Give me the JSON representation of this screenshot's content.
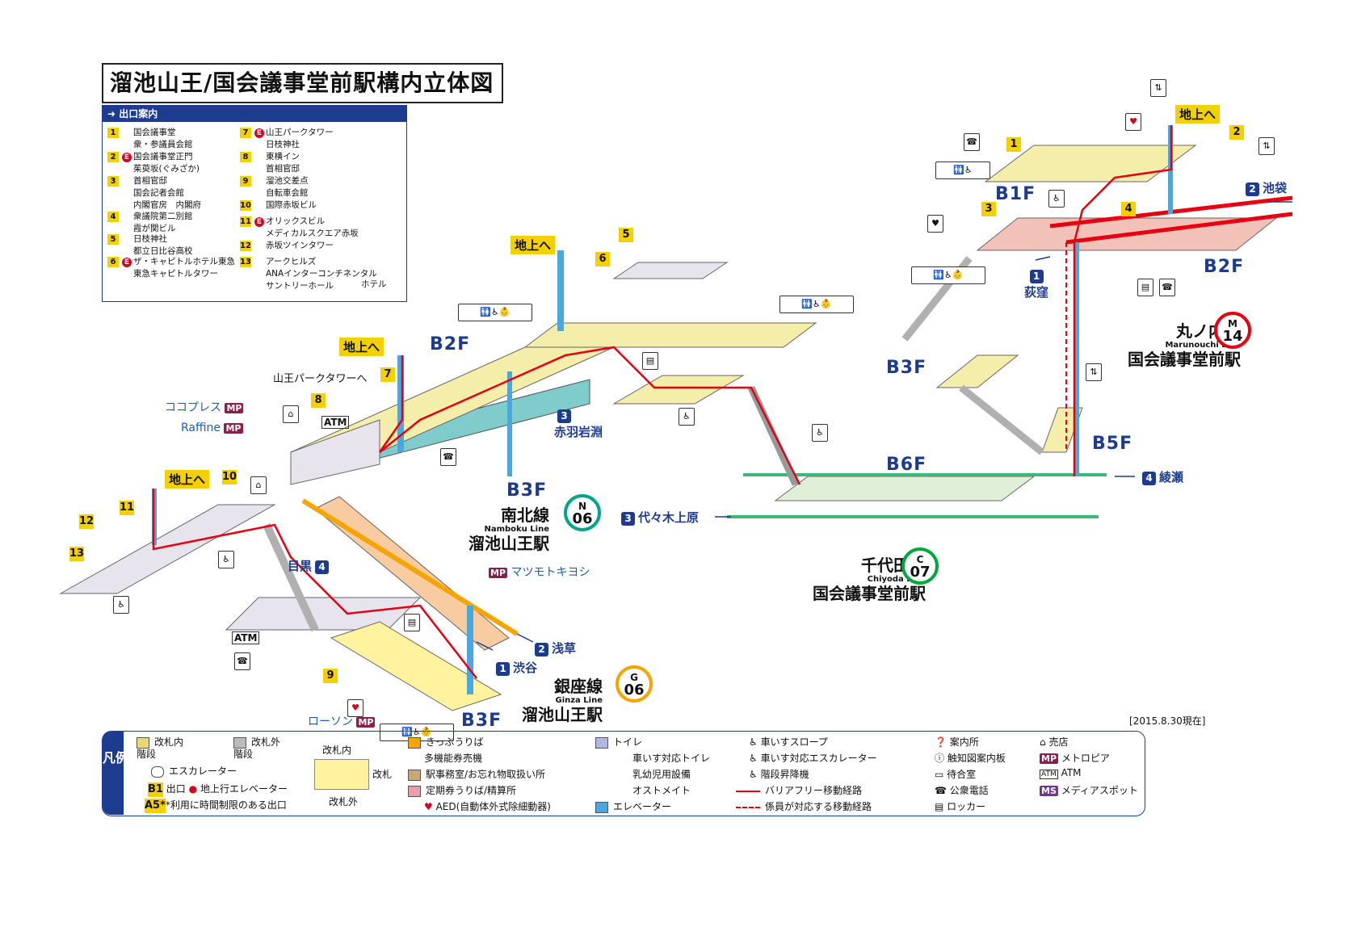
{
  "title": "溜池山王/国会議事堂前駅構内立体図",
  "date_note": "[2015.8.30現在]",
  "exit_guide": {
    "header": "出口案内",
    "entries": [
      {
        "num": "1",
        "elevator": false,
        "text": "国会議事堂\n衆・参議員会館"
      },
      {
        "num": "2",
        "elevator": true,
        "text": "国会議事堂正門\n茱萸坂(ぐみざか)"
      },
      {
        "num": "3",
        "elevator": false,
        "text": "首相官邸\n国会記者会館\n内閣官房　内閣府"
      },
      {
        "num": "4",
        "elevator": false,
        "text": "衆議院第二別館\n霞が関ビル"
      },
      {
        "num": "5",
        "elevator": false,
        "text": "日枝神社\n都立日比谷高校"
      },
      {
        "num": "6",
        "elevator": true,
        "text": "ザ・キャピトルホテル東急\n東急キャピトルタワー"
      },
      {
        "num": "7",
        "elevator": true,
        "text": "山王パークタワー\n日枝神社"
      },
      {
        "num": "8",
        "elevator": false,
        "text": "東横イン\n首相官邸"
      },
      {
        "num": "9",
        "elevator": false,
        "text": "溜池交差点\n自転車会館"
      },
      {
        "num": "10",
        "elevator": false,
        "text": "国際赤坂ビル"
      },
      {
        "num": "11",
        "elevator": true,
        "text": "オリックスビル\nメディカルスクエア赤坂"
      },
      {
        "num": "12",
        "elevator": false,
        "text": "赤坂ツインタワー"
      },
      {
        "num": "13",
        "elevator": false,
        "text": "アークヒルズ\nANAインターコンチネンタル\nサントリーホール"
      },
      {
        "num": "",
        "elevator": false,
        "text": "ホテル"
      }
    ]
  },
  "map": {
    "floors": {
      "b1f": "B1F",
      "b2f_left": "B2F",
      "b2f_right": "B2F",
      "b3f_mid": "B3F",
      "b3f_right": "B3F",
      "b3f_bottom": "B3F",
      "b5f": "B5F",
      "b6f": "B6F"
    },
    "to_ground": "地上へ",
    "exit_numbers": [
      "1",
      "2",
      "3",
      "4",
      "5",
      "6",
      "7",
      "8",
      "9",
      "10",
      "11",
      "12",
      "13"
    ],
    "sanno_park_tower": "山王パークタワーへ",
    "shops": {
      "cocopless": "ココプレス",
      "raffine": "Raffine",
      "matsumoto": "マツモトキヨシ",
      "lawson": "ローソン",
      "mp": "MP",
      "atm": "ATM"
    },
    "directions": {
      "akabaneiwabuchi": "赤羽岩淵",
      "akabane_num": "3",
      "meguro": "目黒",
      "meguro_num": "4",
      "asakusa": "浅草",
      "asakusa_num": "2",
      "shibuya": "渋谷",
      "shibuya_num": "1",
      "ikebukuro": "池袋",
      "ikebukuro_num": "2",
      "ogikubo": "荻窪",
      "ogikubo_num": "1",
      "ayase": "綾瀬",
      "ayase_num": "4",
      "yoyogiuehara": "代々木上原",
      "yoyogi_num": "3"
    },
    "stations": [
      {
        "id": "namboku",
        "line_jp": "南北線",
        "line_en": "Namboku Line",
        "name": "溜池山王駅",
        "code_letter": "N",
        "code_num": "06",
        "color": "#00a68b"
      },
      {
        "id": "ginza",
        "line_jp": "銀座線",
        "line_en": "Ginza Line",
        "name": "溜池山王駅",
        "code_letter": "G",
        "code_num": "06",
        "color": "#f5a400"
      },
      {
        "id": "marunouchi",
        "line_jp": "丸ノ内線",
        "line_en": "Marunouchi Line",
        "name": "国会議事堂前駅",
        "code_letter": "M",
        "code_num": "14",
        "color": "#e60012"
      },
      {
        "id": "chiyoda",
        "line_jp": "千代田線",
        "line_en": "Chiyoda Line",
        "name": "国会議事堂前駅",
        "code_letter": "C",
        "code_num": "07",
        "color": "#00a73c"
      }
    ],
    "colors": {
      "barrier_free_route": "#e60012",
      "elevator": "#4aa8df",
      "ginza_platform": "#f5a400",
      "namboku_platform": "#80cccc",
      "chiyoda_platform": "#3cb878",
      "marunouchi_platform": "#e8343a",
      "concourse": "#f5eeaa",
      "platform_pink": "#f2c2b8",
      "gate_area": "#fff3a0",
      "stair": "#b0b0b0"
    }
  },
  "legend": {
    "side_label": "凡例",
    "stairs_in": "改札内\n階段",
    "stairs_out": "改札外\n階段",
    "escalator": "エスカレーター",
    "gate_in": "改札内",
    "gate": "改札",
    "gate_out": "改札外",
    "exit": "出口",
    "exit_badge": "B1",
    "exit_elevator": "地上行エレベーター",
    "limited_exit": "*利用に時間制限のある出口",
    "limited_badge": "A5*",
    "ticket": "きっぷうりば",
    "multi_ticket": "多機能券売機",
    "office": "駅事務室/お忘れ物取扱い所",
    "pass": "定期券うりば/精算所",
    "aed": "AED(自動体外式除細動器)",
    "toilet": "トイレ",
    "wheelchair_toilet": "車いす対応トイレ",
    "baby": "乳幼児用設備",
    "ostomate": "オストメイト",
    "elevator": "エレベーター",
    "slope": "車いすスロープ",
    "wc_escalator": "車いす対応エスカレーター",
    "stair_lift": "階段昇降機",
    "barrier_free": "バリアフリー移動経路",
    "staff_route": "係員が対応する移動経路",
    "info": "案内所",
    "tactile": "触知図案内板",
    "waiting": "待合室",
    "phone": "公衆電話",
    "locker": "ロッカー",
    "shop": "売店",
    "metropia": "メトロピア",
    "atm": "ATM",
    "media": "メディアスポット"
  }
}
